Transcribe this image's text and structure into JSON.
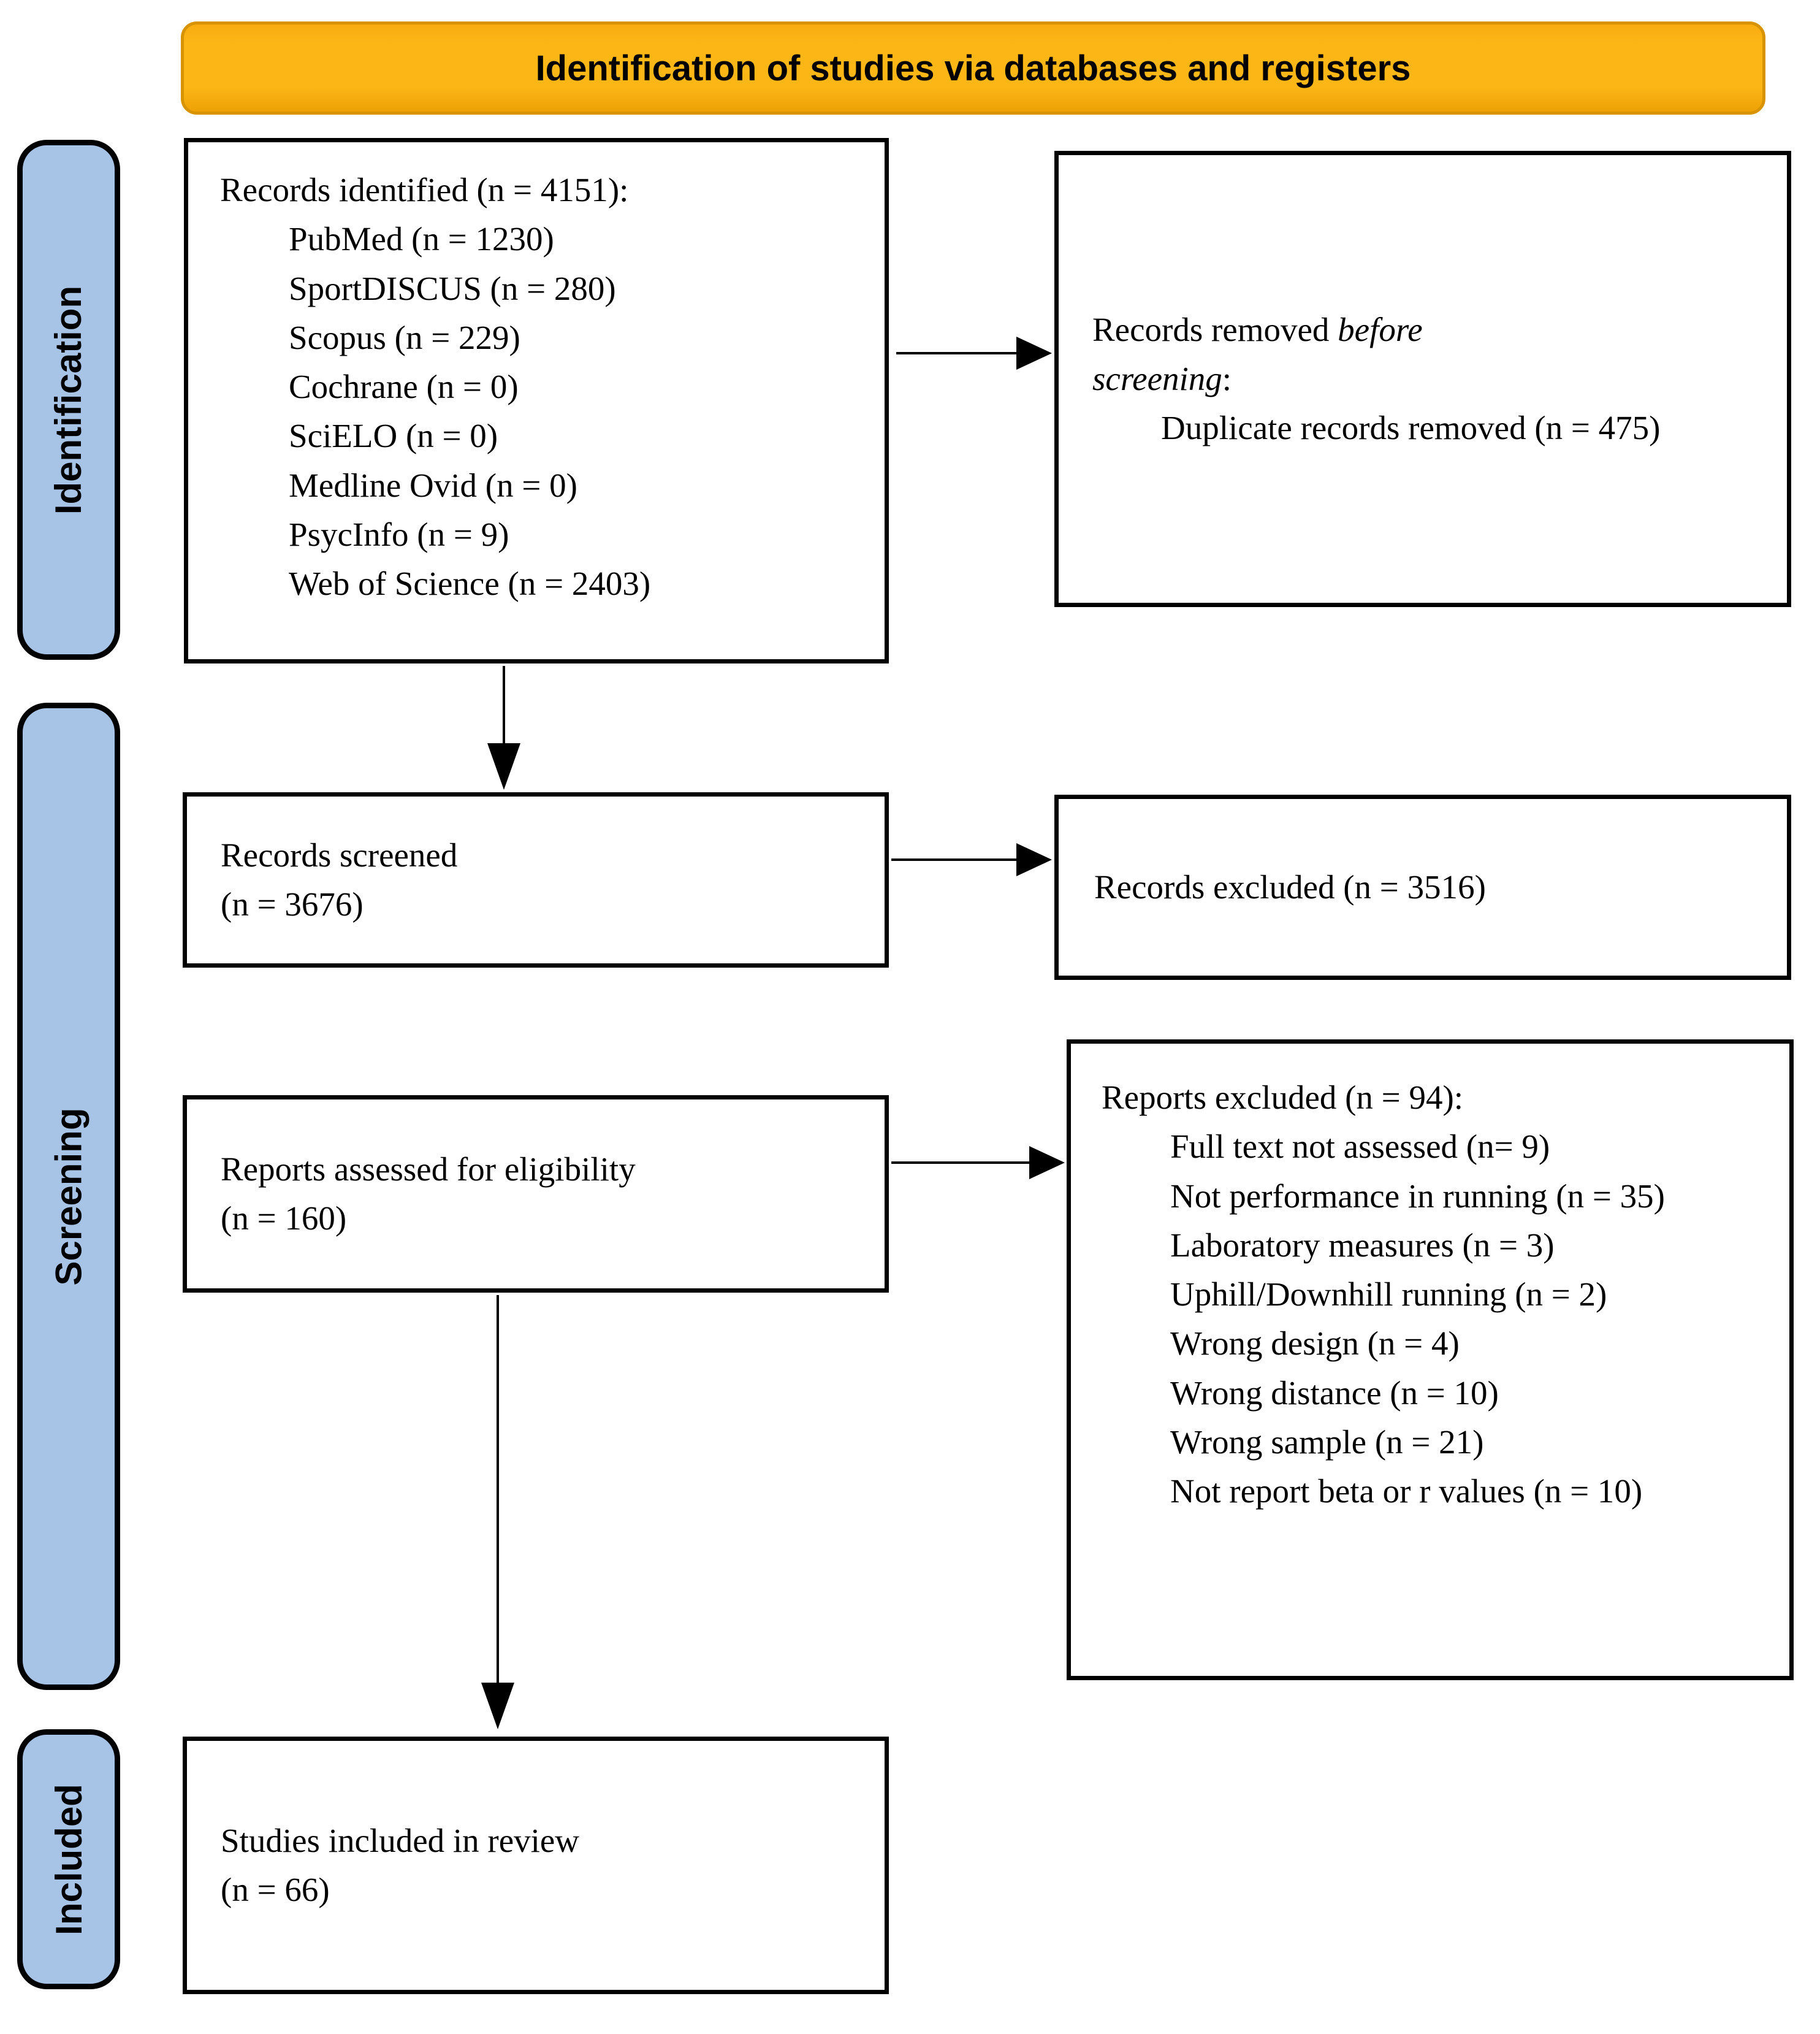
{
  "banner": {
    "title": "Identification of studies via databases and registers"
  },
  "stages": {
    "identification": "Identification",
    "screening": "Screening",
    "included": "Included"
  },
  "boxes": {
    "records_identified": {
      "heading": "Records identified (n = 4151):",
      "items": [
        "PubMed (n = 1230)",
        "SportDISCUS (n = 280)",
        "Scopus (n = 229)",
        "Cochrane (n = 0)",
        "SciELO (n = 0)",
        "Medline Ovid (n = 0)",
        "PsycInfo (n = 9)",
        "Web of Science (n = 2403)"
      ]
    },
    "records_removed": {
      "heading_prefix": "Records removed ",
      "heading_em1": "before",
      "heading_em2": "screening",
      "heading_suffix": ":",
      "items": [
        "Duplicate records removed (n = 475)"
      ]
    },
    "records_screened": {
      "lines": [
        "Records screened",
        "(n = 3676)"
      ]
    },
    "records_excluded": {
      "lines": [
        "Records excluded (n = 3516)"
      ]
    },
    "reports_assessed": {
      "lines": [
        "Reports assessed for eligibility",
        "(n = 160)"
      ]
    },
    "reports_excluded": {
      "heading": "Reports excluded (n = 94):",
      "items": [
        "Full text not assessed (n= 9)",
        "Not performance in running (n = 35)",
        "Laboratory measures (n = 3)",
        "Uphill/Downhill running (n = 2)",
        "Wrong design (n = 4)",
        "Wrong distance (n = 10)",
        "Wrong sample (n = 21)",
        "Not report beta or r values (n = 10)"
      ]
    },
    "studies_included": {
      "lines": [
        "Studies included in review",
        "(n = 66)"
      ]
    }
  },
  "colors": {
    "banner": "#fbb410",
    "stage": "#a7c4e7",
    "box_border": "#000000"
  }
}
